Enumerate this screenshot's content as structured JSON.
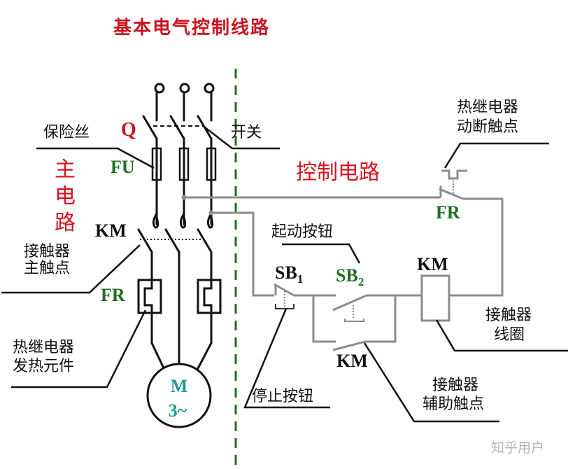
{
  "title": "基本电气控制线路",
  "sections": {
    "main_circuit": "主电路",
    "control_circuit": "控制电路"
  },
  "components": {
    "switch_code": "Q",
    "fuse_code": "FU",
    "contactor_main_code": "KM",
    "thermal_relay_code": "FR",
    "motor_code": "M",
    "motor_phase": "3~",
    "thermal_contact_code": "FR",
    "stop_button_code": "SB",
    "stop_button_sub": "1",
    "start_button_code": "SB",
    "start_button_sub": "2",
    "coil_code": "KM",
    "aux_contact_code": "KM"
  },
  "annotations": {
    "fuse": "保险丝",
    "switch": "开关",
    "contactor_main_line1": "接触器",
    "contactor_main_line2": "主触点",
    "heater_line1": "热继电器",
    "heater_line2": "发热元件",
    "thermal_contact_line1": "热继电器",
    "thermal_contact_line2": "动断触点",
    "start_button": "起动按钮",
    "stop_button": "停止按钮",
    "coil_line1": "接触器",
    "coil_line2": "线圈",
    "aux_line1": "接触器",
    "aux_line2": "辅助触点"
  },
  "colors": {
    "title": "#c8141e",
    "section_label": "#d8141e",
    "green_label": "#1e6e23",
    "motor_label": "#1e9a96",
    "divider": "#1e6e23",
    "control_wire": "#8c8c8c"
  },
  "watermark": "知乎用户"
}
